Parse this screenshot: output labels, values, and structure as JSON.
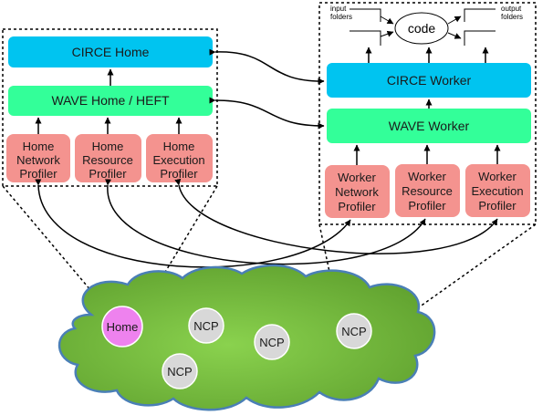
{
  "home": {
    "circe": "CIRCE Home",
    "wave": "WAVE Home / HEFT",
    "profilers": [
      [
        "Home",
        "Network",
        "Profiler"
      ],
      [
        "Home",
        "Resource",
        "Profiler"
      ],
      [
        "Home",
        "Execution",
        "Profiler"
      ]
    ]
  },
  "worker": {
    "circe": "CIRCE Worker",
    "wave": "WAVE Worker",
    "profilers": [
      [
        "Worker",
        "Network",
        "Profiler"
      ],
      [
        "Worker",
        "Resource",
        "Profiler"
      ],
      [
        "Worker",
        "Execution",
        "Profiler"
      ]
    ],
    "code": "code",
    "input_folders": [
      "input",
      "folders"
    ],
    "output_folders": [
      "output",
      "folders"
    ]
  },
  "cloud": {
    "home_node": "Home",
    "ncp_nodes": [
      "NCP",
      "NCP",
      "NCP",
      "NCP"
    ]
  },
  "colors": {
    "circe": "#00c4f0",
    "wave": "#33ff99",
    "profiler": "#f4938f",
    "cloud": "#7ac142",
    "cloud_edge": "#4a7fb6",
    "home_node": "#ee82ee",
    "ncp_node": "#d8d8d8"
  }
}
